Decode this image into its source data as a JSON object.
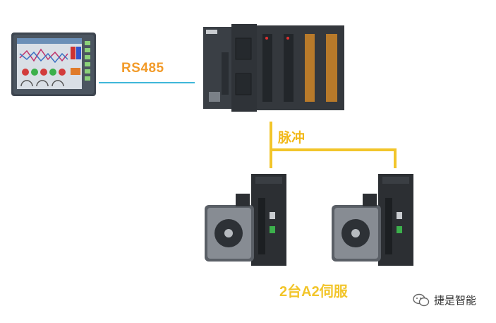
{
  "links": {
    "serial_label": "RS485",
    "pulse_label": "脉冲"
  },
  "servo_group": {
    "caption": "2台A2伺服"
  },
  "watermark": {
    "text": "捷是智能"
  },
  "colors": {
    "serial_line": "#3fb7d9",
    "pulse_line": "#f2c52a",
    "serial_text": "#f29b2a",
    "pulse_text": "#f2b91a",
    "caption_text": "#f2c52a"
  }
}
